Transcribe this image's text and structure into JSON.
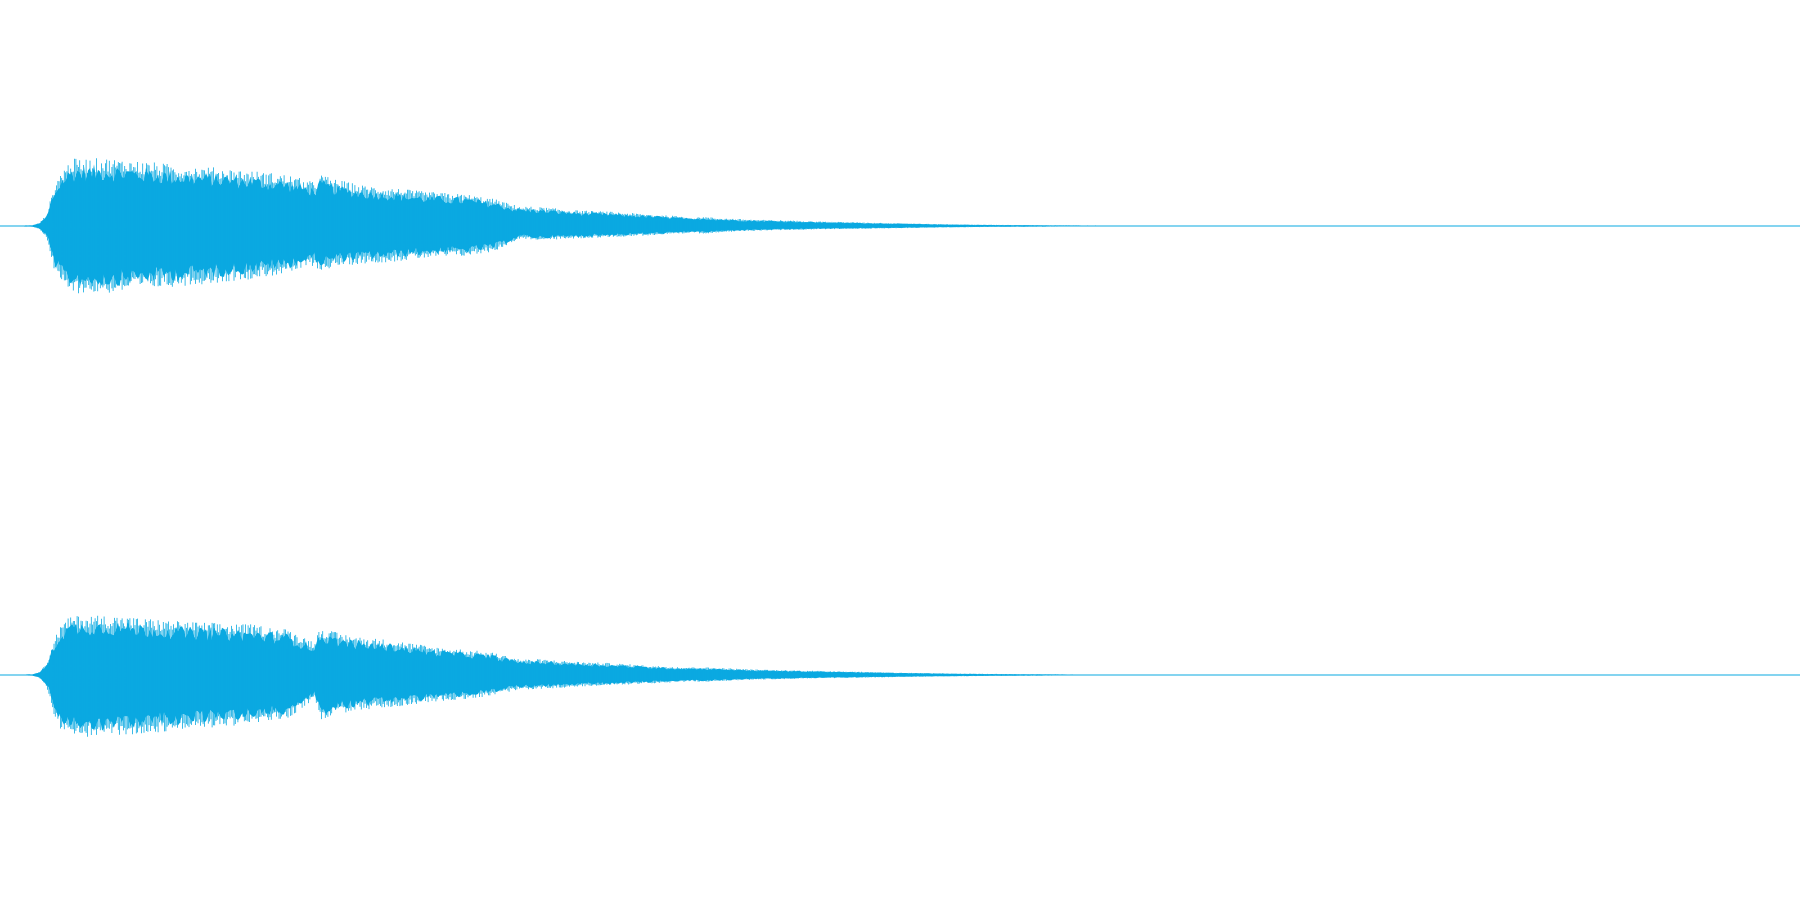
{
  "colors": {
    "background": "#ffffff",
    "waveform": "#0aa9e1"
  },
  "chart_data": {
    "type": "area",
    "kind": "stereo-waveform",
    "title": "",
    "xlabel": "",
    "ylabel": "",
    "x_range": [
      0,
      1
    ],
    "amplitude_range": [
      -1,
      1
    ],
    "grid": false,
    "legend": "none",
    "series": [
      {
        "channel": 1,
        "envelope": {
          "x": [
            0,
            0.018,
            0.022,
            0.026,
            0.03,
            0.034,
            0.04,
            0.06,
            0.08,
            0.1,
            0.12,
            0.14,
            0.16,
            0.175,
            0.178,
            0.185,
            0.2,
            0.22,
            0.23,
            0.24,
            0.26,
            0.275,
            0.285,
            0.29,
            0.3,
            0.32,
            0.34,
            0.36,
            0.38,
            0.385,
            0.39,
            0.4,
            0.42,
            0.44,
            0.46,
            0.48,
            0.5,
            0.52,
            0.55,
            0.6,
            0.65,
            0.7,
            1
          ],
          "upper": [
            0,
            0.01,
            0.04,
            0.15,
            0.5,
            0.7,
            0.85,
            0.86,
            0.82,
            0.77,
            0.74,
            0.7,
            0.65,
            0.55,
            0.66,
            0.6,
            0.52,
            0.48,
            0.45,
            0.43,
            0.4,
            0.34,
            0.27,
            0.25,
            0.24,
            0.2,
            0.18,
            0.15,
            0.12,
            0.1,
            0.12,
            0.1,
            0.08,
            0.07,
            0.055,
            0.045,
            0.035,
            0.025,
            0.015,
            0.008,
            0.004,
            0.002,
            0
          ],
          "lower": [
            0,
            -0.01,
            -0.04,
            -0.15,
            -0.55,
            -0.75,
            -0.85,
            -0.85,
            -0.8,
            -0.76,
            -0.72,
            -0.67,
            -0.6,
            -0.5,
            -0.58,
            -0.52,
            -0.48,
            -0.45,
            -0.42,
            -0.4,
            -0.38,
            -0.32,
            -0.2,
            -0.16,
            -0.18,
            -0.16,
            -0.14,
            -0.12,
            -0.1,
            -0.08,
            -0.1,
            -0.08,
            -0.06,
            -0.05,
            -0.04,
            -0.035,
            -0.028,
            -0.02,
            -0.012,
            -0.006,
            -0.003,
            -0.001,
            0
          ]
        }
      },
      {
        "channel": 2,
        "envelope": {
          "x": [
            0,
            0.018,
            0.022,
            0.026,
            0.03,
            0.034,
            0.04,
            0.06,
            0.08,
            0.1,
            0.12,
            0.14,
            0.16,
            0.175,
            0.178,
            0.185,
            0.2,
            0.22,
            0.23,
            0.24,
            0.26,
            0.275,
            0.285,
            0.29,
            0.3,
            0.32,
            0.34,
            0.36,
            0.38,
            0.385,
            0.39,
            0.4,
            0.42,
            0.44,
            0.46,
            0.48,
            0.5,
            0.52,
            0.55,
            0.6,
            0.65,
            0.7,
            1
          ],
          "upper": [
            0,
            0.01,
            0.04,
            0.15,
            0.45,
            0.65,
            0.75,
            0.76,
            0.72,
            0.68,
            0.66,
            0.64,
            0.58,
            0.42,
            0.62,
            0.55,
            0.48,
            0.44,
            0.4,
            0.36,
            0.32,
            0.28,
            0.22,
            0.2,
            0.2,
            0.17,
            0.15,
            0.12,
            0.1,
            0.1,
            0.1,
            0.09,
            0.07,
            0.06,
            0.05,
            0.04,
            0.03,
            0.022,
            0.014,
            0.007,
            0.004,
            0.002,
            0
          ],
          "lower": [
            0,
            -0.01,
            -0.04,
            -0.15,
            -0.5,
            -0.7,
            -0.78,
            -0.78,
            -0.74,
            -0.7,
            -0.66,
            -0.62,
            -0.55,
            -0.3,
            -0.58,
            -0.5,
            -0.45,
            -0.4,
            -0.37,
            -0.34,
            -0.3,
            -0.26,
            -0.2,
            -0.18,
            -0.18,
            -0.15,
            -0.13,
            -0.11,
            -0.09,
            -0.08,
            -0.09,
            -0.08,
            -0.06,
            -0.05,
            -0.04,
            -0.034,
            -0.027,
            -0.02,
            -0.012,
            -0.006,
            -0.003,
            -0.001,
            0
          ]
        }
      }
    ]
  }
}
